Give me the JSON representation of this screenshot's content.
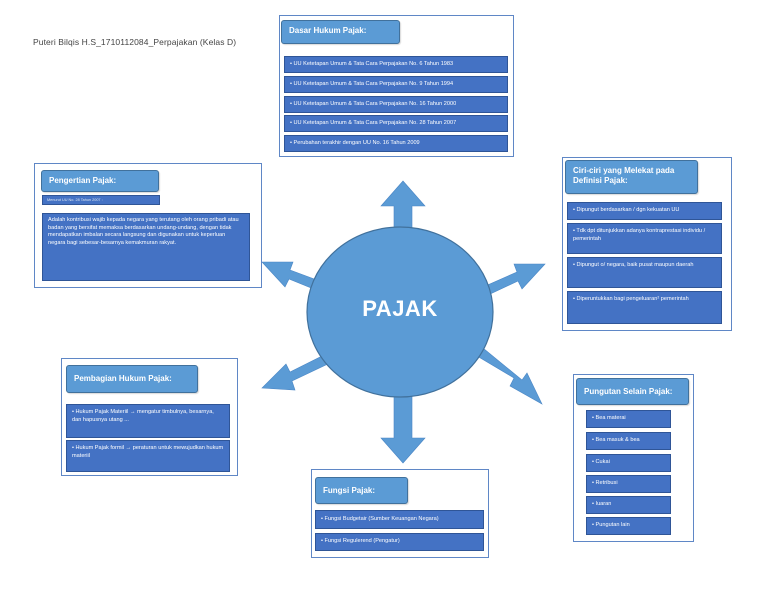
{
  "author": "Puteri Bilqis H.S_1710112084_Perpajakan (Kelas D)",
  "center": "PAJAK",
  "dasar_hukum": {
    "title": "Dasar Hukum Pajak:",
    "items": [
      "• UU Ketetapan Umum & Tata Cara Perpajakan No. 6 Tahun 1983",
      "• UU Ketetapan Umum & Tata Cara Perpajakan No. 9 Tahun 1994",
      "• UU Ketetapan Umum & Tata Cara Perpajakan No. 16 Tahun 2000",
      "• UU Ketetapan Umum & Tata Cara Perpajakan No. 28 Tahun 2007",
      "• Perubahan terakhir dengan UU No. 16 Tahun 2009"
    ]
  },
  "pengertian": {
    "title": "Pengertian Pajak:",
    "note": "Menurut UU No. 28 Tahun 2007 :",
    "body": "Adalah kontribusi wajib kepada negara yang terutang oleh orang pribadi atau badan yang bersifat memaksa berdasarkan undang-undang, dengan tidak mendapatkan imbalan secara langsung dan digunakan untuk keperluan negara bagi sebesar-besarnya kemakmuran rakyat."
  },
  "ciri_ciri": {
    "title": "Ciri-ciri yang Melekat pada Definisi Pajak:",
    "items": [
      "• Dipungut berdasarkan / dgn kekuatan  UU",
      "• Tdk dpt ditunjukkan adanya kontraprestasi individu / pemerintah",
      "• Dipungut o/ negara, baik pusat maupun daerah",
      "• Diperuntukkan bagi pengeluaran² pemerintah"
    ]
  },
  "pembagian": {
    "title": "Pembagian Hukum Pajak:",
    "items": [
      "• Hukum Pajak Materiil → mengatur timbulnya, besarnya, dan hapusnya utang ...",
      "• Hukum Pajak formil → peraturan untuk mewujudkan hukum materiil"
    ]
  },
  "fungsi": {
    "title": "Fungsi Pajak:",
    "items": [
      "• Fungsi Budgetair (Sumber Keuangan Negara)",
      "• Fungsi Regulerend (Pengatur)"
    ]
  },
  "pungutan": {
    "title": "Pungutan Selain Pajak:",
    "items": [
      "• Bea materai",
      "• Bea masuk & bea",
      "• Cukai",
      "• Retribusi",
      "• Iuaran",
      "• Pungutan lain"
    ]
  },
  "colors": {
    "circle": "#5b9bd5",
    "header": "#5b9bd5",
    "item": "#4472c4",
    "border": "#5f87c6"
  }
}
